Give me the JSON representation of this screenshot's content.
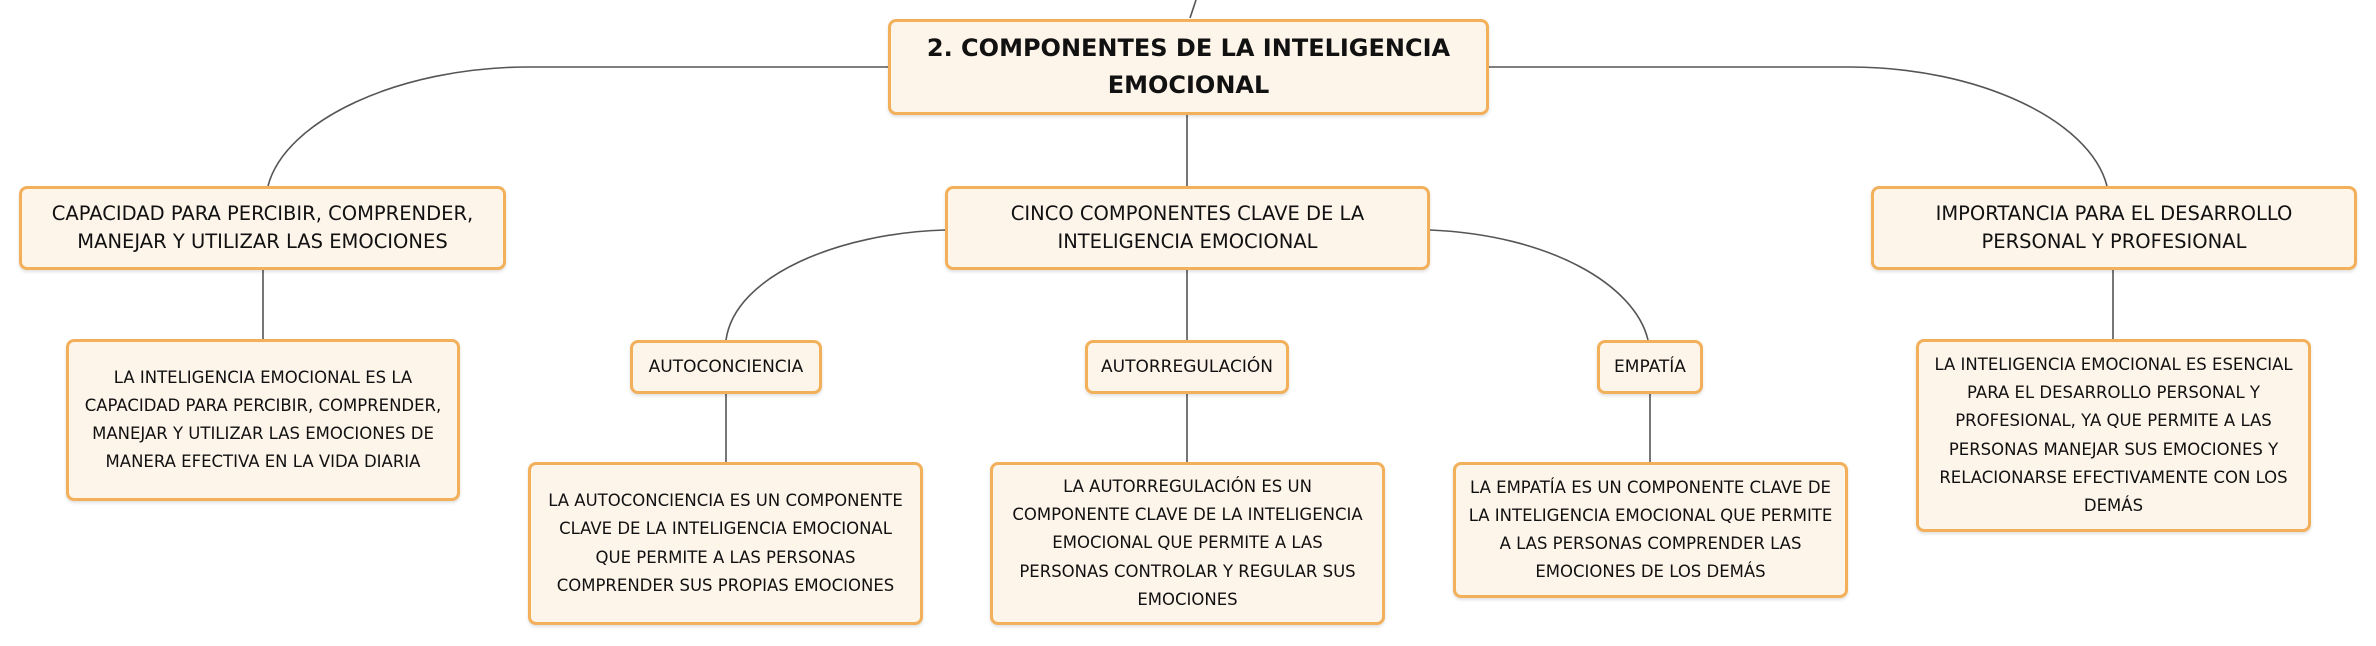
{
  "root": {
    "title": "2. COMPONENTES DE LA INTELIGENCIA EMOCIONAL"
  },
  "branches": {
    "left": {
      "title": "CAPACIDAD PARA PERCIBIR, COMPRENDER, MANEJAR Y UTILIZAR LAS EMOCIONES",
      "detail": "LA INTELIGENCIA EMOCIONAL ES LA CAPACIDAD PARA PERCIBIR, COMPRENDER, MANEJAR Y UTILIZAR LAS EMOCIONES DE MANERA EFECTIVA EN LA VIDA DIARIA"
    },
    "center": {
      "title": "CINCO COMPONENTES CLAVE DE LA INTELIGENCIA EMOCIONAL",
      "components": [
        {
          "label": "AUTOCONCIENCIA",
          "detail": "LA AUTOCONCIENCIA ES UN COMPONENTE CLAVE DE LA INTELIGENCIA EMOCIONAL QUE PERMITE A LAS PERSONAS COMPRENDER SUS PROPIAS EMOCIONES"
        },
        {
          "label": "AUTORREGULACIÓN",
          "detail": "LA AUTORREGULACIÓN ES UN COMPONENTE CLAVE DE LA INTELIGENCIA EMOCIONAL QUE PERMITE A LAS PERSONAS CONTROLAR Y REGULAR SUS EMOCIONES"
        },
        {
          "label": "EMPATÍA",
          "detail": "LA EMPATÍA ES UN COMPONENTE CLAVE DE LA INTELIGENCIA EMOCIONAL QUE PERMITE A LAS PERSONAS COMPRENDER LAS EMOCIONES DE LOS DEMÁS"
        }
      ]
    },
    "right": {
      "title": "IMPORTANCIA PARA EL DESARROLLO PERSONAL Y PROFESIONAL",
      "detail": "LA INTELIGENCIA EMOCIONAL ES ESENCIAL PARA EL DESARROLLO PERSONAL Y PROFESIONAL, YA QUE PERMITE A LAS PERSONAS MANEJAR SUS EMOCIONES Y RELACIONARSE EFECTIVAMENTE CON LOS DEMÁS"
    }
  },
  "colors": {
    "border": "#f2b05a",
    "fill": "#fdf4ea",
    "line": "#555555"
  }
}
